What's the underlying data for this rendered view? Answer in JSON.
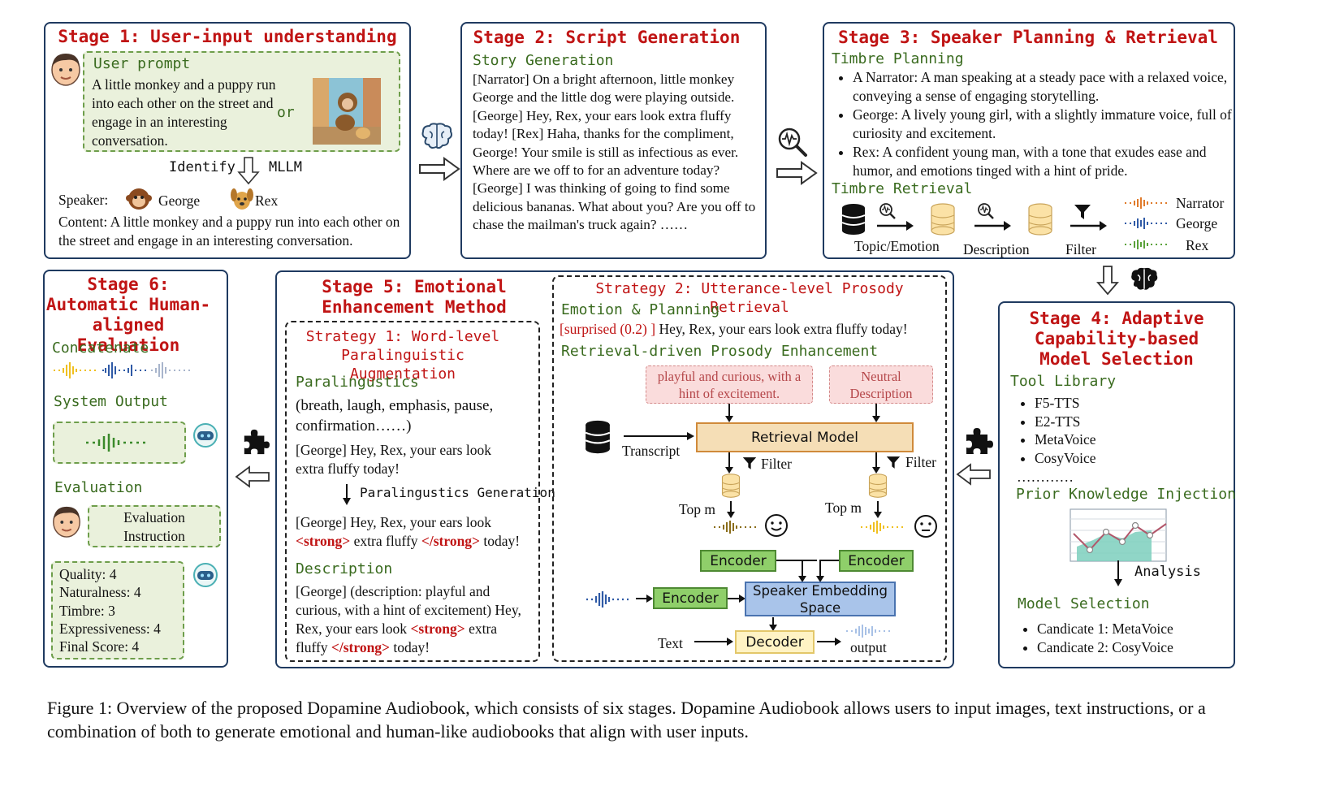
{
  "stage1": {
    "title": "Stage 1: User-input understanding",
    "user_prompt_label": "User prompt",
    "user_prompt_text": "A little monkey and a puppy run into each other on the street and engage in an interesting conversation.",
    "or": "or",
    "identify": "Identify",
    "mllm": "MLLM",
    "speaker_label": "Speaker:",
    "speaker1": "George",
    "speaker2": "Rex",
    "content": "Content: A little monkey and a puppy run into each other on the street and engage in an interesting conversation."
  },
  "stage2": {
    "title": "Stage 2: Script Generation",
    "subtitle": "Story Generation",
    "script": "[Narrator] On a bright afternoon, little monkey George and the little dog were playing outside. [George] Hey, Rex, your ears look extra fluffy today! [Rex] Haha, thanks for the compliment, George! Your smile is still as infectious as ever. Where are we off to for an adventure today? [George] I was thinking of going to find some delicious bananas. What about you? Are you off to chase the mailman's truck again? ……"
  },
  "stage3": {
    "title": "Stage 3: Speaker Planning & Retrieval",
    "timbre_planning": "Timbre Planning",
    "bullets": [
      "A Narrator: A man speaking at a steady pace with a relaxed voice, conveying a sense of engaging storytelling.",
      "George: A lively young girl, with a slightly immature voice, full of curiosity and excitement.",
      "Rex: A confident young man, with a tone that exudes ease and humor, and emotions tinged with a hint of pride."
    ],
    "timbre_retrieval": "Timbre Retrieval",
    "topic": "Topic/Emotion",
    "description": "Description",
    "filter": "Filter",
    "voices": [
      "Narrator",
      "George",
      "Rex"
    ]
  },
  "stage4": {
    "title": "Stage 4: Adaptive Capability-based Model Selection",
    "tool_library": "Tool Library",
    "tools": [
      "F5-TTS",
      "E2-TTS",
      "MetaVoice",
      "CosyVoice"
    ],
    "dots": "…………",
    "prior": "Prior Knowledge Injection",
    "analysis": "Analysis",
    "model_selection": "Model Selection",
    "candidates": [
      "Candicate 1: MetaVoice",
      "Candicate 2: CosyVoice"
    ]
  },
  "stage5": {
    "title": "Stage 5: Emotional Enhancement Method",
    "strategy1": "Strategy 1: Word-level Paralinguistic Augmentation",
    "paralingustics": "Paralingustics",
    "para_list": "(breath, laugh, emphasis, pause, confirmation……)",
    "example1": "[George] Hey, Rex, your ears look extra fluffy today!",
    "para_gen": "Paralingustics Generation",
    "example2_a": "[George] Hey, Rex, your ears look",
    "example2_tag_open": "<strong>",
    "example2_b": " extra fluffy ",
    "example2_tag_close": "</strong>",
    "example2_c": " today!",
    "description_label": "Description",
    "desc_a": "[George] (description: playful and curious, with a hint of excitement) Hey, Rex, your ears look ",
    "desc_tag_open": "<strong>",
    "desc_b": " extra fluffy ",
    "desc_tag_close": "</strong>",
    "desc_c": " today!",
    "strategy2": "Strategy 2: Utterance-level Prosody Retrieval",
    "emotion_planning": "Emotion & Planning",
    "emotion_tag": "[surprised (0.2) ]",
    "emotion_text": " Hey, Rex, your ears look extra fluffy today!",
    "retrieval_driven": "Retrieval-driven Prosody Enhancement",
    "desc_box1": "playful and curious, with a hint of excitement.",
    "desc_box2": "Neutral Description",
    "transcript": "Transcript",
    "retrieval_model": "Retrieval Model",
    "filter": "Filter",
    "top_m": "Top m",
    "encoder": "Encoder",
    "speaker_space": "Speaker Embedding Space",
    "text": "Text",
    "decoder": "Decoder",
    "output": "output"
  },
  "stage6": {
    "title": "Stage 6: Automatic Human-aligned Evaluation",
    "concatenate": "Concatenate",
    "system_output": "System Output",
    "evaluation": "Evaluation",
    "eval_instruction": "Evaluation Instruction",
    "scores": [
      "Quality: 4",
      "Naturalness: 4",
      "Timbre: 3",
      "Expressiveness: 4",
      "Final Score: 4"
    ]
  },
  "caption": "Figure 1: Overview of the proposed Dopamine Audiobook, which consists of six stages. Dopamine Audiobook allows users to input images, text instructions, or a combination of both to generate emotional and human-like audiobooks that align with user inputs.",
  "colors": {
    "panel_border": "#1f3a60",
    "title_red": "#c01414",
    "sub_green": "#3a6b1f",
    "encoder_green": "#8fcf6a",
    "retrieval_orange": "#f5deb6",
    "speaker_blue": "#a9c4ea",
    "decoder_yellow": "#fff3c4"
  },
  "icons": [
    "person-face-icon",
    "monkey-icon",
    "dog-icon",
    "brain-icon",
    "magnifier-waveform-icon",
    "database-icon",
    "puzzle-icon",
    "robot-icon",
    "smile-face-icon",
    "neutral-face-icon",
    "filter-icon",
    "line-chart-icon"
  ]
}
